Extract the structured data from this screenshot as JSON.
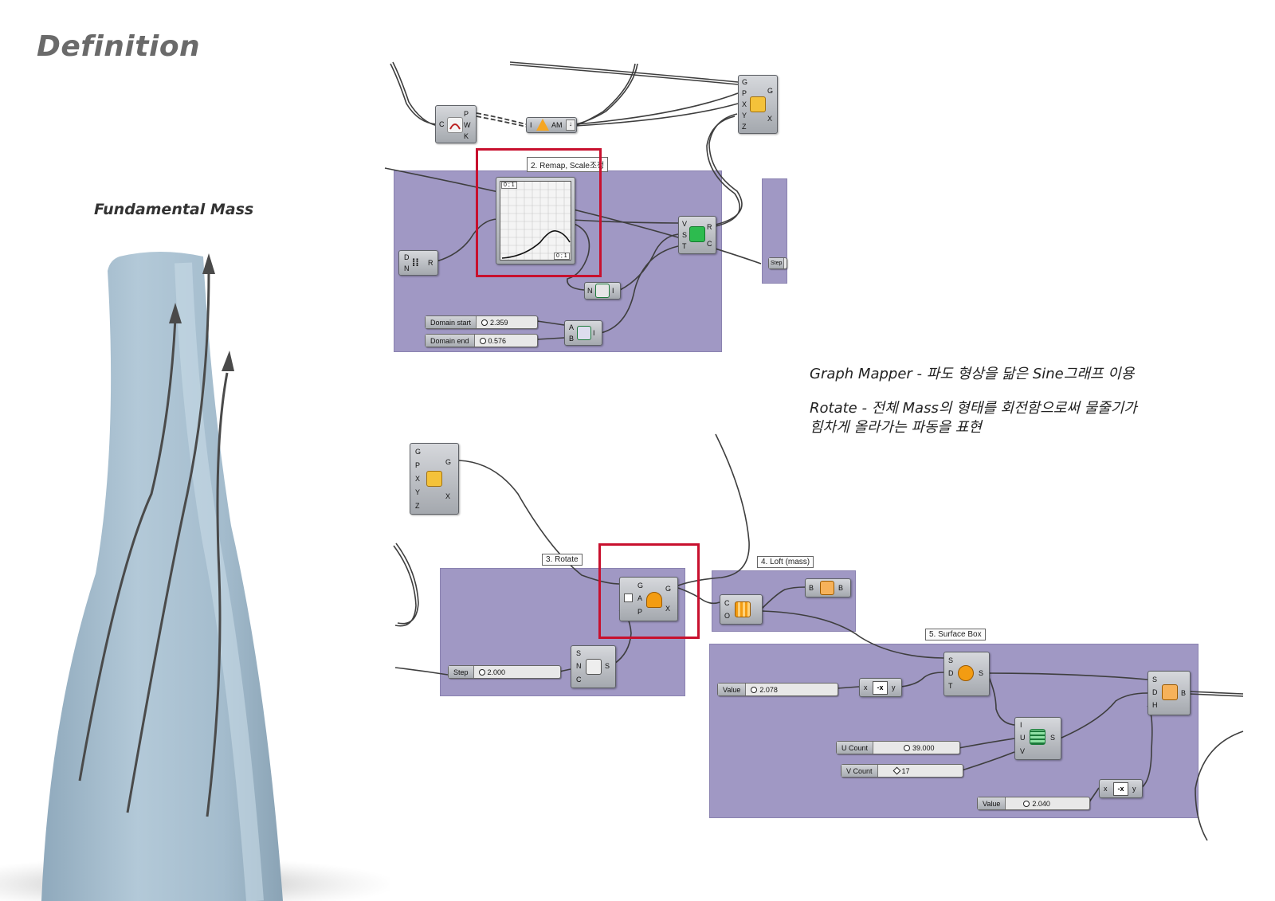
{
  "page": {
    "title": "Definition",
    "subtitle": "Fundamental Mass"
  },
  "notes": {
    "graph_mapper": "Graph Mapper - 파도 형상을 닮은 Sine그래프 이용",
    "rotate_line1": "Rotate - 전체 Mass의 형태를 회전함으로써 물줄기가",
    "rotate_line2": "힘차게 올라가는 파동을 표현"
  },
  "groups": {
    "remap": "2. Remap, Scale조정",
    "rotate": "3. Rotate",
    "loft": "4. Loft (mass)",
    "surface_box": "5. Surface Box"
  },
  "sliders": {
    "domain_start": {
      "label": "Domain start",
      "value": "2.359"
    },
    "domain_end": {
      "label": "Domain end",
      "value": "0.576"
    },
    "step": {
      "label": "Step",
      "value": "2.000"
    },
    "value1": {
      "label": "Value",
      "value": "2.078"
    },
    "u_count": {
      "label": "U Count",
      "value": "39.000"
    },
    "v_count": {
      "label": "V Count",
      "value": "17"
    },
    "value2": {
      "label": "Value",
      "value": "2.040"
    }
  },
  "components": {
    "top_curve": {
      "in": [
        "C"
      ],
      "out": [
        "P",
        "W",
        "K"
      ]
    },
    "am_param": {
      "in": [
        "I"
      ],
      "label": "AM"
    },
    "move_top": {
      "in": [
        "G",
        "P",
        "X",
        "Y",
        "Z"
      ],
      "out": [
        "G",
        "X"
      ]
    },
    "remap_nums": {
      "in": [
        "V",
        "S",
        "T"
      ],
      "out": [
        "R",
        "C"
      ]
    },
    "divide": {
      "in": [
        "D",
        "N"
      ],
      "out": [
        "R"
      ]
    },
    "bounds": {
      "in": [
        "N"
      ],
      "out": [
        "I"
      ]
    },
    "construct_domain": {
      "in": [
        "A",
        "B"
      ],
      "out": [
        "I"
      ]
    },
    "step_stub": {
      "label": "Step"
    },
    "move_bottom": {
      "in": [
        "G",
        "P",
        "X",
        "Y",
        "Z"
      ],
      "out": [
        "G",
        "X"
      ]
    },
    "rotate": {
      "in": [
        "G",
        "A",
        "P"
      ],
      "out": [
        "G",
        "X"
      ]
    },
    "series": {
      "in": [
        "S",
        "N",
        "C"
      ],
      "out": [
        "S"
      ]
    },
    "loft": {
      "in": [
        "C",
        "O"
      ]
    },
    "brep": {
      "in": [
        "B"
      ],
      "out": [
        "B"
      ]
    },
    "offset": {
      "in": [
        "S",
        "D",
        "T"
      ],
      "out": [
        "S"
      ]
    },
    "neg1": {
      "in": [
        "x"
      ],
      "out": [
        "y"
      ],
      "label": "-x"
    },
    "divide_domain": {
      "in": [
        "I",
        "U",
        "V"
      ],
      "out": [
        "S"
      ]
    },
    "surface_box": {
      "in": [
        "S",
        "D",
        "H"
      ],
      "out": [
        "B"
      ]
    },
    "neg2": {
      "in": [
        "x"
      ],
      "out": [
        "y"
      ],
      "label": "-x"
    }
  },
  "graph": {
    "domain_top": "0 ; 1",
    "domain_bottom": "0 ; 1"
  },
  "colors": {
    "group_fill": "#a098c4",
    "highlight": "#c8102e",
    "mass": "#a9c1d2"
  }
}
